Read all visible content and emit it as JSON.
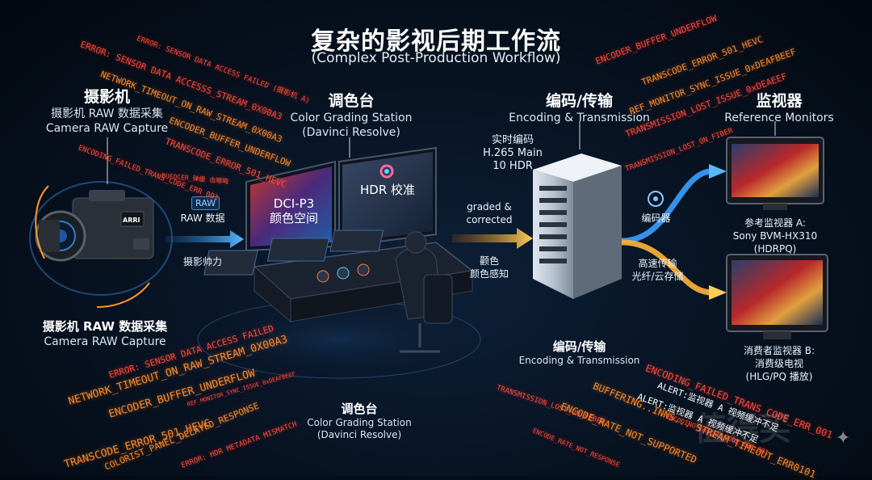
{
  "title": "复杂的影视后期工作流",
  "subtitle": "(Complex Post-Production Workflow)",
  "camera": {
    "heading": "摄影机",
    "sub_cn": "摄影机 RAW 数据采集",
    "sub_en": "Camera RAW Capture",
    "bottom_heading": "摄影机 RAW 数据采集",
    "bottom_sub": "Camera RAW Capture",
    "raw_badge": "RAW",
    "raw_data_label": "RAW 数据",
    "operator_label": "摄影帅力",
    "brand": "ARRI"
  },
  "grading": {
    "heading": "调色台",
    "sub1": "Color Grading Station",
    "sub2": "(Davinci Resolve)",
    "screen_left_1": "DCI-P3",
    "screen_left_2": "颜色空间",
    "screen_right": "HDR 校准",
    "bottom_heading": "调色台",
    "bottom_sub1": "Color Grading Station",
    "bottom_sub2": "(Davinci Resolve)"
  },
  "flow_mid": {
    "graded_1": "graded &",
    "graded_2": "corrected",
    "color_1": "颧色",
    "color_2": "颜色感知"
  },
  "encoding": {
    "heading": "编码/传输",
    "sub": "Encoding & Transmission",
    "realtime_1": "实时编码",
    "realtime_2": "H.265 Main",
    "realtime_3": "10 HDR",
    "bottom_heading": "编码/传输",
    "bottom_sub": "Encoding & Transmission",
    "encoder_label": "编码器",
    "transfer_1": "高速传输",
    "transfer_2": "光纤/云存储"
  },
  "monitors": {
    "heading": "监视器",
    "sub": "Reference Monitors",
    "a_1": "参考监视器 A:",
    "a_2": "Sony BVM-HX310 (HDRPQ)",
    "b_1": "消费者监视器 B:",
    "b_2": "消费级电视",
    "b_3": "(HLG/PQ 播放)"
  },
  "errors_left_top": [
    "ERROR: SENSOR DATA ACCESS FAILED (摄影机 A)",
    "ERROR: SENSOR DATA ACCESSS_STREAM_0X00A3",
    "NETWORK_TIMEOUT_ON_RAW_STREAM_0X00A3",
    "ENCODER_BUFFER_UNDERFLOW",
    "TRANSCODE_ERROR_501_HEVC",
    "ENCODING_FAILED_TRANS_CODE_ERR_001",
    "BUFOCER_弹缓 击曝晦"
  ],
  "errors_right_top": [
    "ENCODER_BUFFER_UNDERFLOW",
    "TRANSCODE_ERROR_501_HEVC",
    "REF_MONITOR_SYNC_ISSUE_0xDEAFBEEF",
    "TRANSMISSION_LOST_ISSUE_0xDEAEEF",
    "TRANSMISSION_LOST_ON_FIBER"
  ],
  "errors_left_bottom": [
    "ERROR: SENSOR DATA ACCESS FAILED",
    "NETWORK_TIMEOUT_ON_RAW_STREAM_0X00A3",
    "ENCODER_BUFFER_UNDERFLOW",
    "REF_MONITOR_SYNC_ISSUE_0xDEAFBEEF",
    "TRANSCODE_ERROR_501_HEVC",
    "COLORIST_PANEL_DELAYED_RESPONSE",
    "ERROR: HDR METADATA MISMATCH"
  ],
  "errors_right_bottom": [
    "ENCODING_FAILED_TRANS_CODE_ERR_001",
    "ALERT:监视器 A 视频缓冲不足",
    "ALERT:监视器 A 视频缓冲不足",
    "BUFFERING..INNS... STREAM_TIMEOUT_ERR0101",
    "TRANSMISSION_LOST_ON_FIBER",
    "ENCODE_RATE_NOT_SUPPORTED",
    "ENCODING_FAILED_CODE_ERR_001",
    "ENCODE_RATE_NOT_RESPONSE"
  ],
  "watermark": "值得买",
  "colors": {
    "flow_blue": "#3aa0ff",
    "flow_orange": "#ffb23a",
    "error_red": "#ff4a3a",
    "error_orange": "#ff8a2a"
  }
}
